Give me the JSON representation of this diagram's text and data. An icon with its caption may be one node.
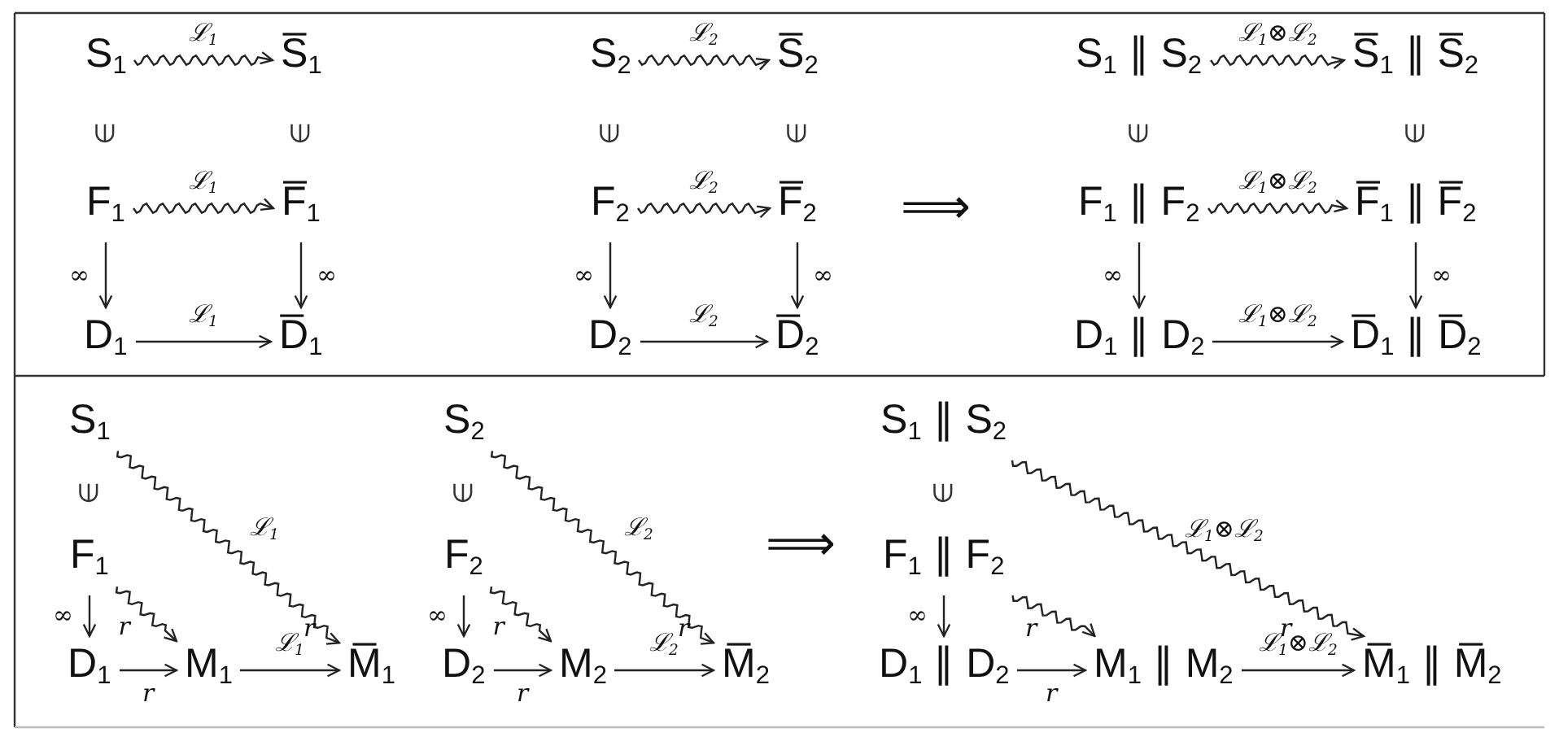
{
  "diagram": {
    "nodes": [
      {
        "text": [
          "S$_{1}$"
        ]
      },
      {
        "text": [
          "S̅$_{1}$"
        ]
      },
      {
        "text": [
          "F$_{1}$"
        ]
      },
      {
        "text": [
          "F̅$_{1}$"
        ]
      },
      {
        "text": [
          "D$_{1}$"
        ]
      },
      {
        "text": [
          "D̅$_{1}$"
        ]
      },
      {
        "text": [
          "S$_{2}$"
        ]
      },
      {
        "text": [
          "S̅$_{2}$"
        ]
      },
      {
        "text": [
          "F$_{2}$"
        ]
      },
      {
        "text": [
          "F̅$_{2}$"
        ]
      },
      {
        "text": [
          "D$_{2}$"
        ]
      },
      {
        "text": [
          "D̅$_{2}$"
        ]
      },
      {
        "text": [
          "S$_{1}$ ∥ S$_{2}$"
        ]
      },
      {
        "text": [
          "S̅$_{1}$ ∥ S̅$_{2}$"
        ]
      },
      {
        "text": [
          "F$_{1}$ ∥ F$_{2}$"
        ]
      },
      {
        "text": [
          "F̅$_{1}$ ∥ F̅$_{2}$"
        ]
      },
      {
        "text": [
          "D$_{1}$ ∥ D$_{2}$"
        ]
      },
      {
        "text": [
          "D̅$_{1}$ ∥ D̅$_{2}$"
        ]
      },
      {
        "text": [
          "S$_{1}$"
        ]
      },
      {
        "text": [
          "F$_{1}$"
        ]
      },
      {
        "text": [
          "D$_{1}$"
        ]
      },
      {
        "text": [
          "M$_{1}$"
        ]
      },
      {
        "text": [
          "M̅$_{1}$"
        ]
      },
      {
        "text": [
          "S$_{2}$"
        ]
      },
      {
        "text": [
          "F$_{2}$"
        ]
      },
      {
        "text": [
          "D$_{2}$"
        ]
      },
      {
        "text": [
          "M$_{2}$"
        ]
      },
      {
        "text": [
          "M̅$_{2}$"
        ]
      },
      {
        "text": [
          "S$_{1}$ ∥ S$_{2}$"
        ]
      },
      {
        "text": [
          "F$_{1}$ ∥ F$_{2}$"
        ]
      },
      {
        "text": [
          "D$_{1}$ ∥ D$_{2}$"
        ]
      },
      {
        "text": [
          "M$_{1}$ ∥ M$_{2}$"
        ]
      },
      {
        "text": [
          "M̅$_{1}$ ∥ M̅$_{2}$"
        ]
      }
    ],
    "edges": [
      {
        "from": 0,
        "to": 1,
        "arrow": "to",
        "label": "ℒ$_{1}$"
      },
      {
        "from": 2,
        "to": 3,
        "arrow": "to",
        "label": "ℒ$_{1}$"
      },
      {
        "from": 2,
        "to": 4,
        "arrow": "to",
        "label": "∞"
      },
      {
        "from": 3,
        "to": 5,
        "arrow": "to",
        "label": "∞"
      },
      {
        "from": 4,
        "to": 5,
        "arrow": "to",
        "label": "ℒ$_{1}$"
      },
      {
        "from": 6,
        "to": 7,
        "arrow": "to",
        "label": "ℒ$_{2}$"
      },
      {
        "from": 8,
        "to": 9,
        "arrow": "to",
        "label": "ℒ$_{2}$"
      },
      {
        "from": 8,
        "to": 10,
        "arrow": "to",
        "label": "∞"
      },
      {
        "from": 9,
        "to": 11,
        "arrow": "to",
        "label": "∞"
      },
      {
        "from": 10,
        "to": 11,
        "arrow": "to",
        "label": "ℒ$_{2}$"
      },
      {
        "from": 12,
        "to": 13,
        "arrow": "to",
        "label": "ℒ$_{1}$⊗ℒ$_{2}$"
      },
      {
        "from": 14,
        "to": 15,
        "arrow": "to",
        "label": "ℒ$_{1}$⊗ℒ$_{2}$"
      },
      {
        "from": 14,
        "to": 16,
        "arrow": "to",
        "label": "∞"
      },
      {
        "from": 15,
        "to": 17,
        "arrow": "to",
        "label": "∞"
      },
      {
        "from": 16,
        "to": 17,
        "arrow": "to",
        "label": "ℒ$_{1}$⊗ℒ$_{2}$"
      },
      {
        "from": 18,
        "to": 22,
        "arrow": "to",
        "label": "ℒ$_{1}$"
      },
      {
        "from": 19,
        "to": 20,
        "arrow": "to",
        "label": "∞"
      },
      {
        "from": 19,
        "to": 21,
        "arrow": "to",
        "label": "r"
      },
      {
        "from": 20,
        "to": 21,
        "arrow": "to",
        "label": "r"
      },
      {
        "from": 21,
        "to": 22,
        "arrow": "to",
        "label": "ℒ$_{1}$"
      },
      {
        "from": 23,
        "to": 27,
        "arrow": "to",
        "label": "ℒ$_{2}$"
      },
      {
        "from": 24,
        "to": 25,
        "arrow": "to",
        "label": "∞"
      },
      {
        "from": 24,
        "to": 26,
        "arrow": "to",
        "label": "r"
      },
      {
        "from": 25,
        "to": 26,
        "arrow": "to",
        "label": "r"
      },
      {
        "from": 26,
        "to": 27,
        "arrow": "to",
        "label": "ℒ$_{2}$"
      },
      {
        "from": 28,
        "to": 32,
        "arrow": "to",
        "label": "ℒ$_{1}$⊗ℒ$_{2}$"
      },
      {
        "from": 29,
        "to": 30,
        "arrow": "to",
        "label": "∞"
      },
      {
        "from": 29,
        "to": 31,
        "arrow": "to",
        "label": "r"
      },
      {
        "from": 30,
        "to": 31,
        "arrow": "to",
        "label": "r"
      },
      {
        "from": 31,
        "to": 32,
        "arrow": "to",
        "label": "ℒ$_{1}$⊗ℒ$_{2}$"
      }
    ],
    "labels": [
      "∈",
      "∈",
      "∈",
      "∈",
      "∈",
      "∈",
      "⟹",
      "∈",
      "∈",
      "∈",
      "⟹",
      "r",
      "r",
      "r"
    ]
  }
}
